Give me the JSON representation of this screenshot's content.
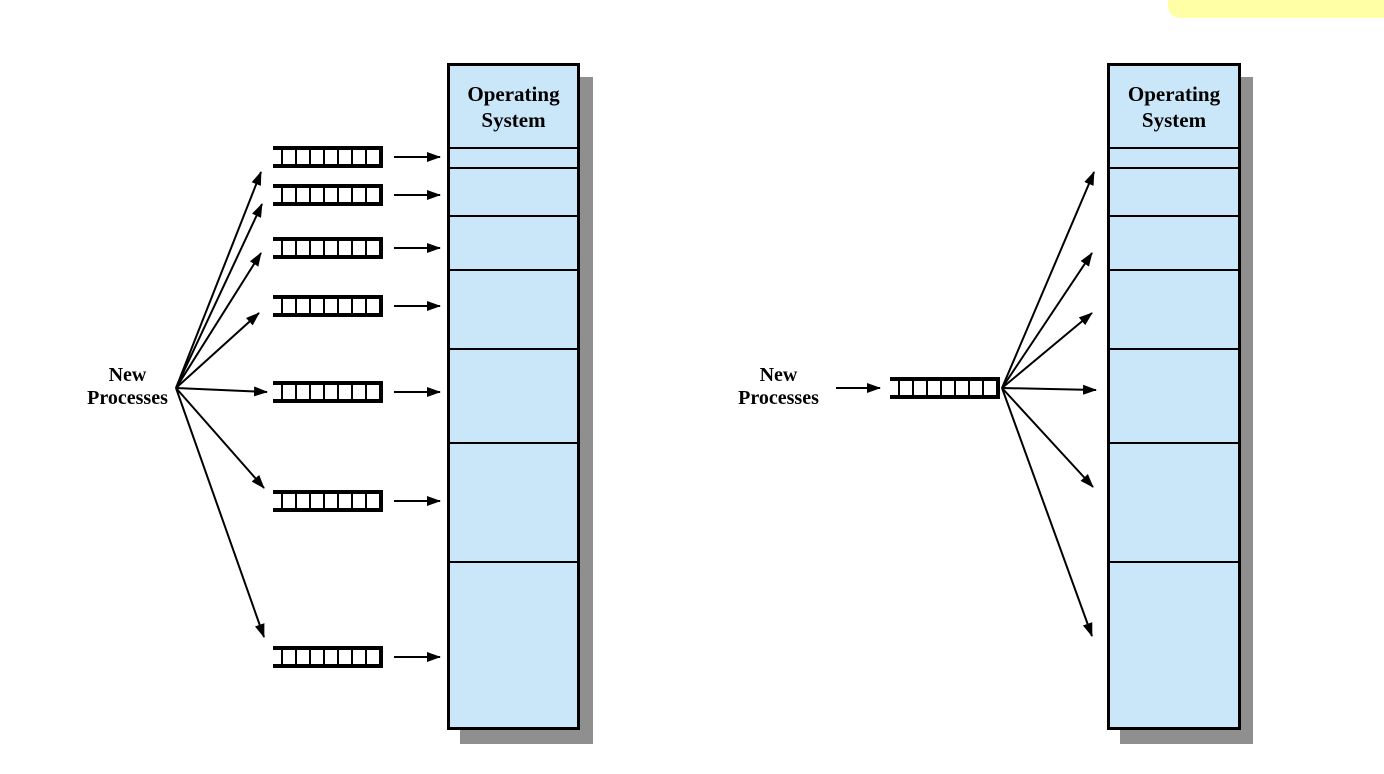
{
  "figure": {
    "type": "diagram",
    "description": "Memory assignment for fixed partitioning: one process queue per partition (left) versus a single queue for all partitions (right)"
  },
  "colors": {
    "partition_fill": "#C9E7F8",
    "shadow": "#8F8F8F",
    "outline": "#000000",
    "highlight_note": "#FFFFA6",
    "background": "#FFFFFF"
  },
  "left_diagram": {
    "label_line1": "New",
    "label_line2": "Processes",
    "os_title_line1": "Operating",
    "os_title_line2": "System",
    "queue_count": 7,
    "cells_per_queue": 7,
    "partition_count": 7
  },
  "right_diagram": {
    "label_line1": "New",
    "label_line2": "Processes",
    "os_title_line1": "Operating",
    "os_title_line2": "System",
    "queue_count": 1,
    "cells_per_queue": 7,
    "partition_count": 7
  }
}
